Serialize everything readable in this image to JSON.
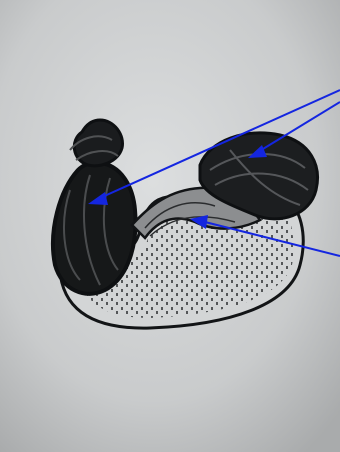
{
  "image": {
    "paper_color": "#c9cbcc",
    "ink_color": "#121416",
    "arrow_color": "#1426e0"
  },
  "arrows": [
    {
      "name": "arrow-to-left-lobe"
    },
    {
      "name": "arrow-to-upper-right-lobe"
    },
    {
      "name": "arrow-to-middle-band"
    }
  ]
}
